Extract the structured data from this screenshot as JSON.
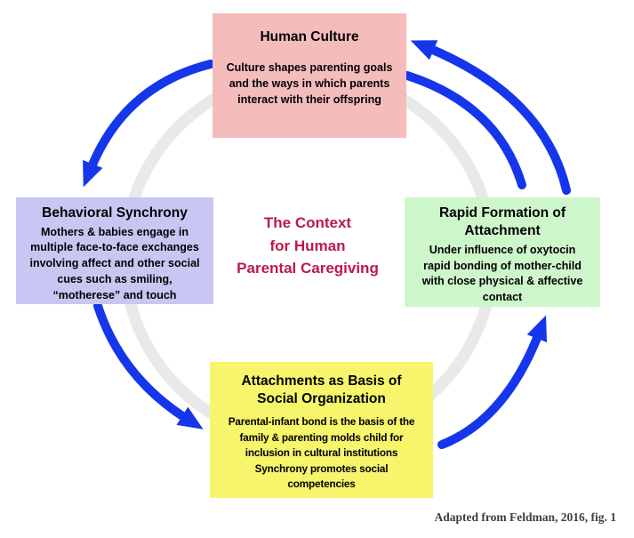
{
  "center_title": "The Context\nfor Human\nParental Caregiving",
  "boxes": {
    "top": {
      "heading": "Human Culture",
      "body": "Culture shapes parenting goals\nand the ways in which parents\ninteract with their offspring"
    },
    "left": {
      "heading": "Behavioral Synchrony",
      "body": "Mothers & babies engage in\nmultiple face-to-face exchanges\ninvolving affect and other social\ncues such as smiling,\n“motherese” and touch"
    },
    "right": {
      "heading": "Rapid Formation of\nAttachment",
      "body": "Under influence of oxytocin\nrapid bonding of mother-child\nwith close physical & affective\ncontact"
    },
    "bottom": {
      "heading": "Attachments as Basis of\nSocial Organization",
      "body": "Parental-infant bond is the basis of the\nfamily & parenting molds child for\ninclusion in cultural institutions\nSynchrony promotes social\ncompetencies"
    }
  },
  "attribution": "Adapted from Feldman, 2016, fig. 1",
  "arrows": [
    {
      "name": "arrow-culture-to-synchrony",
      "from": "Human Culture",
      "to": "Behavioral Synchrony",
      "has_arrowhead": true
    },
    {
      "name": "arrow-synchrony-to-attachments",
      "from": "Behavioral Synchrony",
      "to": "Attachments as Basis of Social Organization",
      "has_arrowhead": true
    },
    {
      "name": "arrow-attachments-to-rapid-formation",
      "from": "Attachments as Basis of Social Organization",
      "to": "Rapid Formation of Attachment",
      "has_arrowhead": true
    },
    {
      "name": "arrow-rapid-formation-to-culture",
      "from": "Rapid Formation of Attachment",
      "to": "Human Culture",
      "has_arrowhead": true
    },
    {
      "name": "arc-culture-to-rapid-formation",
      "from": "Human Culture",
      "to": "Rapid Formation of Attachment",
      "has_arrowhead": false
    }
  ],
  "colors": {
    "box_top_bg": "#F5BCBC",
    "box_left_bg": "#C8C7F3",
    "box_right_bg": "#CDF6CB",
    "box_bottom_bg": "#F6F56C",
    "arrow": "#1536EA",
    "ring": "#E9E9E9",
    "center_title": "#BC1A48",
    "attribution": "#3F3F3F",
    "box_text": "#000000"
  }
}
